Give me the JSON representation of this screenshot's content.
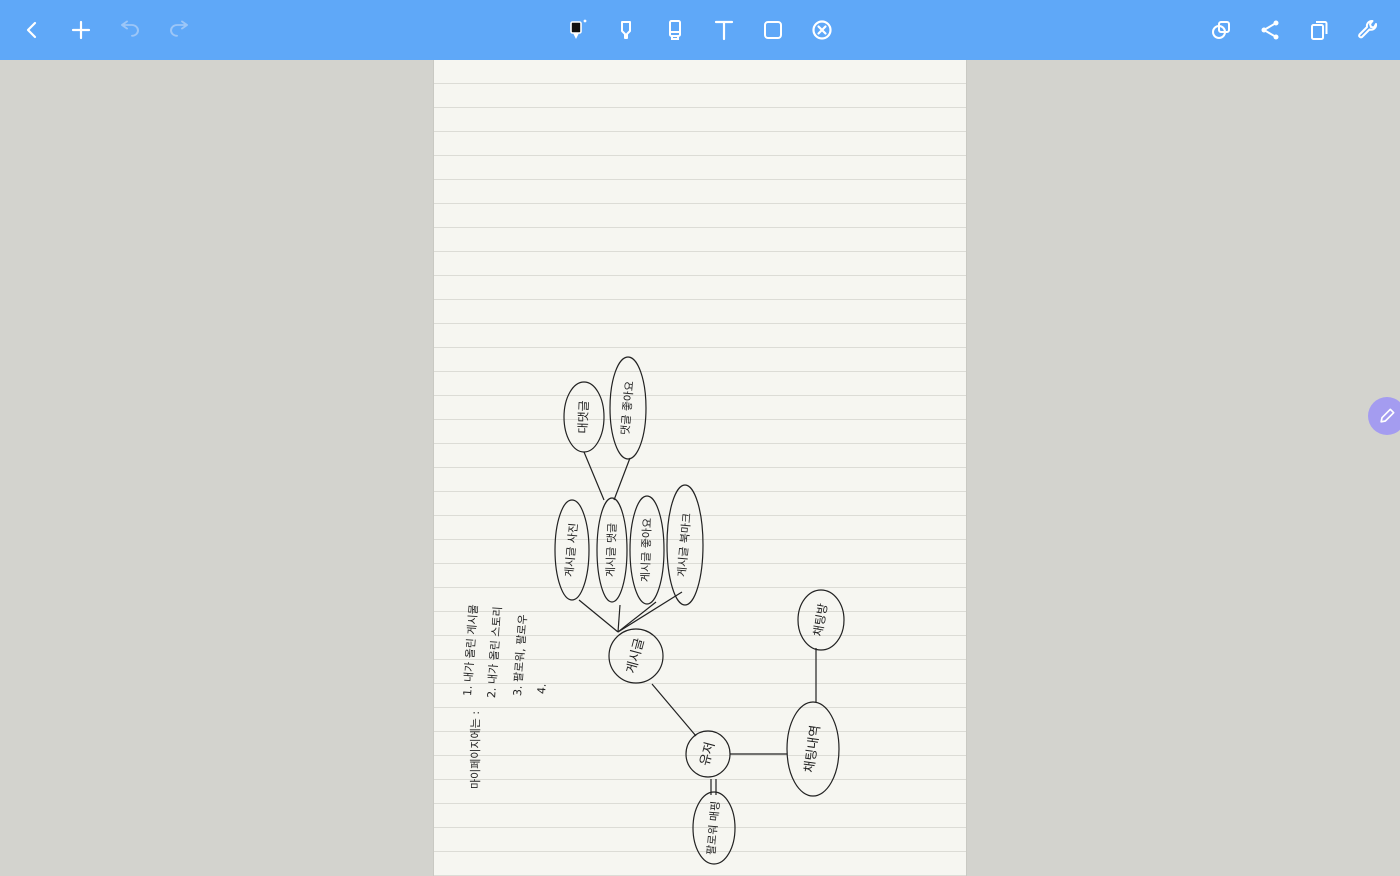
{
  "toolbar": {
    "left": [
      {
        "icon": "back-icon",
        "name": "back-button"
      },
      {
        "icon": "plus-icon",
        "name": "add-button"
      },
      {
        "icon": "undo-icon",
        "name": "undo-button",
        "enabled": false
      },
      {
        "icon": "redo-icon",
        "name": "redo-button",
        "enabled": false
      }
    ],
    "center": [
      {
        "icon": "pen-tool-icon",
        "name": "pen-tool",
        "selected": true
      },
      {
        "icon": "marker-tool-icon",
        "name": "marker-tool"
      },
      {
        "icon": "highlighter-tool-icon",
        "name": "highlighter-tool"
      },
      {
        "icon": "text-tool-icon",
        "name": "text-tool"
      },
      {
        "icon": "lasso-select-icon",
        "name": "select-tool"
      },
      {
        "icon": "eraser-tool-icon",
        "name": "eraser-tool"
      }
    ],
    "right": [
      {
        "icon": "shapes-icon",
        "name": "shapes-button"
      },
      {
        "icon": "share-icon",
        "name": "share-button"
      },
      {
        "icon": "pages-icon",
        "name": "pages-button"
      },
      {
        "icon": "settings-wrench-icon",
        "name": "settings-button"
      }
    ],
    "accent": "#5fa8f8"
  },
  "note": {
    "paper_color": "#f6f6f1",
    "nodes": {
      "main": "유저",
      "posts": "게시글",
      "chat_history": "채팅내역",
      "chat_room": "채팅방",
      "follower_list": "팔로워 매핑",
      "post_photo": "게시글 사진",
      "post_comment": "게시글 댓글",
      "post_like": "게시글 좋아요",
      "post_bookmark": "게시글 북마크",
      "reply_comment": "대댓글",
      "comment_like": "댓글 좋아요"
    },
    "memo": {
      "heading": "마이페이지에는 :",
      "items": [
        "1. 내가 올린 게시물",
        "2. 내가 올린 스토리",
        "3. 팔로워, 팔로우",
        "4."
      ]
    }
  },
  "floating_button": {
    "icon": "pencil-icon",
    "color": "#a49cf0"
  }
}
